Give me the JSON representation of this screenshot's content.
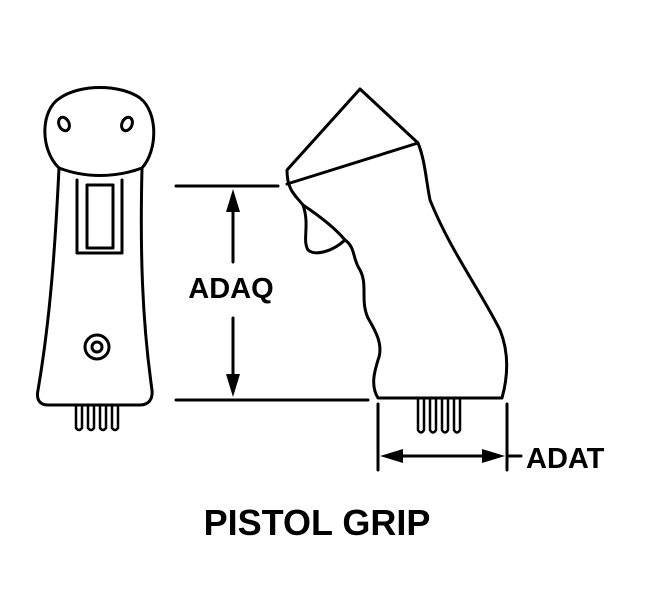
{
  "title": "PISTOL GRIP",
  "dimensions": {
    "height_label": "ADAQ",
    "width_label": "ADAT"
  },
  "colors": {
    "line": "#000000",
    "background": "#ffffff"
  }
}
